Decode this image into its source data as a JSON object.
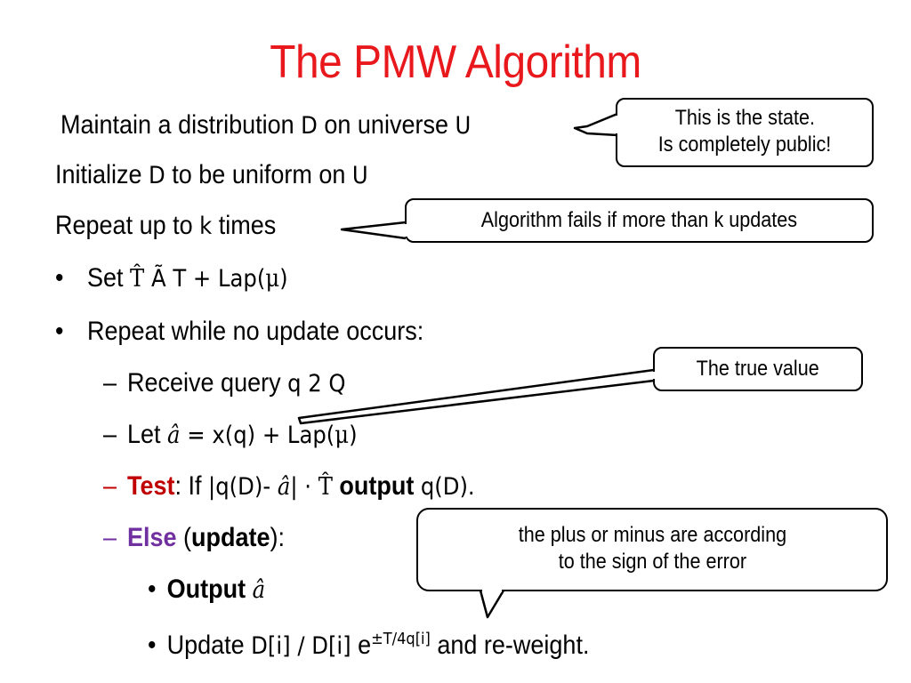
{
  "slide": {
    "title": "The PMW Algorithm",
    "lines": {
      "l1_a": "Maintain a distribution ",
      "l1_b": "D",
      "l1_c": " on universe ",
      "l1_d": "U",
      "l2_a": "Initialize ",
      "l2_b": "D",
      "l2_c": " to be uniform on ",
      "l2_d": "U",
      "l3_a": "Repeat up to ",
      "l3_b": "k",
      "l3_c": " times",
      "l4_bullet": "•",
      "l4_a": "Set  ",
      "l4_b": "T̂",
      "l4_c": " Ã  ",
      "l4_d": "T + Lap(",
      "l4_e": "μ",
      "l4_f": ")",
      "l5_bullet": "•",
      "l5_a": "Repeat while no update occurs:",
      "l6_dash": "–",
      "l6_a": "Receive query ",
      "l6_b": "q 2 Q",
      "l7_dash": "–",
      "l7_a": "Let ",
      "l7_b": "â",
      "l7_c": " = x(q) + Lap(",
      "l7_d": "μ",
      "l7_e": ")",
      "l8_dash": "–",
      "l8_a": "Test",
      "l8_b": ": If ",
      "l8_c": "|q(D)- ",
      "l8_d": "â",
      "l8_e": "| · ",
      "l8_f": "T̂",
      "l8_g": " output ",
      "l8_h": "q(D)",
      "l8_i": ".",
      "l9_dash": "–",
      "l9_a": "Else",
      "l9_b": " (",
      "l9_c": "update",
      "l9_d": "):",
      "l10_bullet": "•",
      "l10_a": "Output ",
      "l10_b": "â",
      "l11_bullet": "•",
      "l11_a": "Update ",
      "l11_b": "D[i] / D[i]",
      "l11_c": "  e",
      "l11_d": "±T/4q[i]",
      "l11_e": " and re-weight."
    },
    "callouts": {
      "state_1": "This is the state.",
      "state_2": "Is completely public!",
      "fails": "Algorithm fails if more than k updates",
      "true_value": "The true value",
      "sign_1": "the plus or minus are according",
      "sign_2": "to the sign of the error"
    },
    "colors": {
      "title": "#e8181c",
      "test": "#c00000",
      "else": "#7030a0"
    }
  }
}
